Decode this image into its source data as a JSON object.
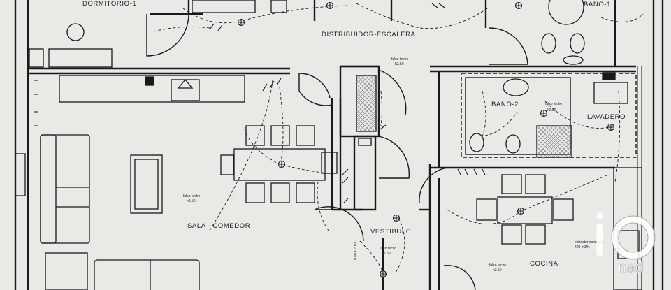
{
  "plan": {
    "rooms": {
      "dormitorio": "DORMITORIO-1",
      "bano1": "BAÑO-1",
      "distribuidor": "DISTRIBUIDOR-ESCALERA",
      "bano2": "BAÑO-2",
      "lavadero": "LAVADERO",
      "sala": "SALA - COMEDOR",
      "vestibulo": "VESTIBULC",
      "cocina": "COCINA"
    },
    "notes": {
      "falso_techo": "falso techo",
      "h250": "h2.50",
      "extractor": "extractor campana",
      "extractor_rate": "400 m3/h.",
      "dim": "0.80 x 2.10"
    },
    "watermark": "nad"
  }
}
